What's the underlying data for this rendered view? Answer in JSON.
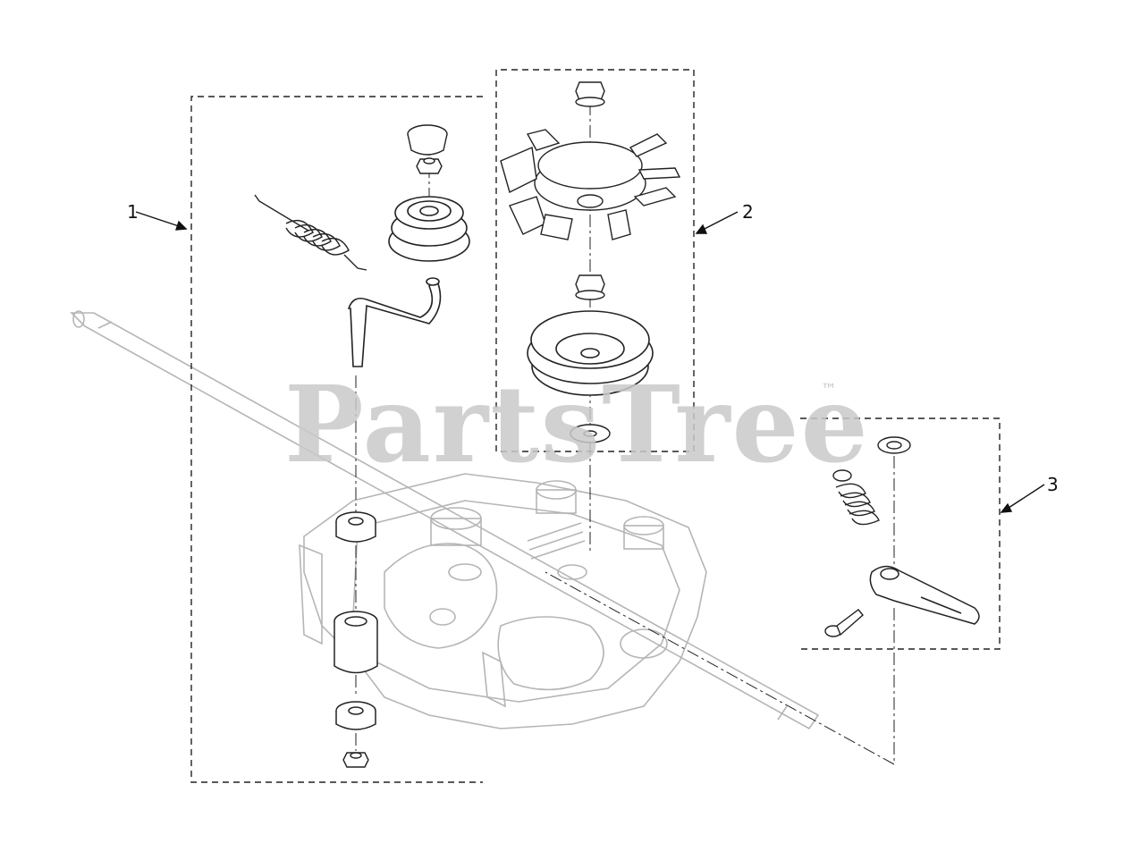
{
  "watermark": {
    "text": "PartsTree",
    "trademark": "™"
  },
  "callouts": [
    {
      "number": "1"
    },
    {
      "number": "2"
    },
    {
      "number": "3"
    }
  ],
  "colors": {
    "line": "#222222",
    "ghost": "#b5b5b5",
    "watermark": "#c9c9c9"
  }
}
